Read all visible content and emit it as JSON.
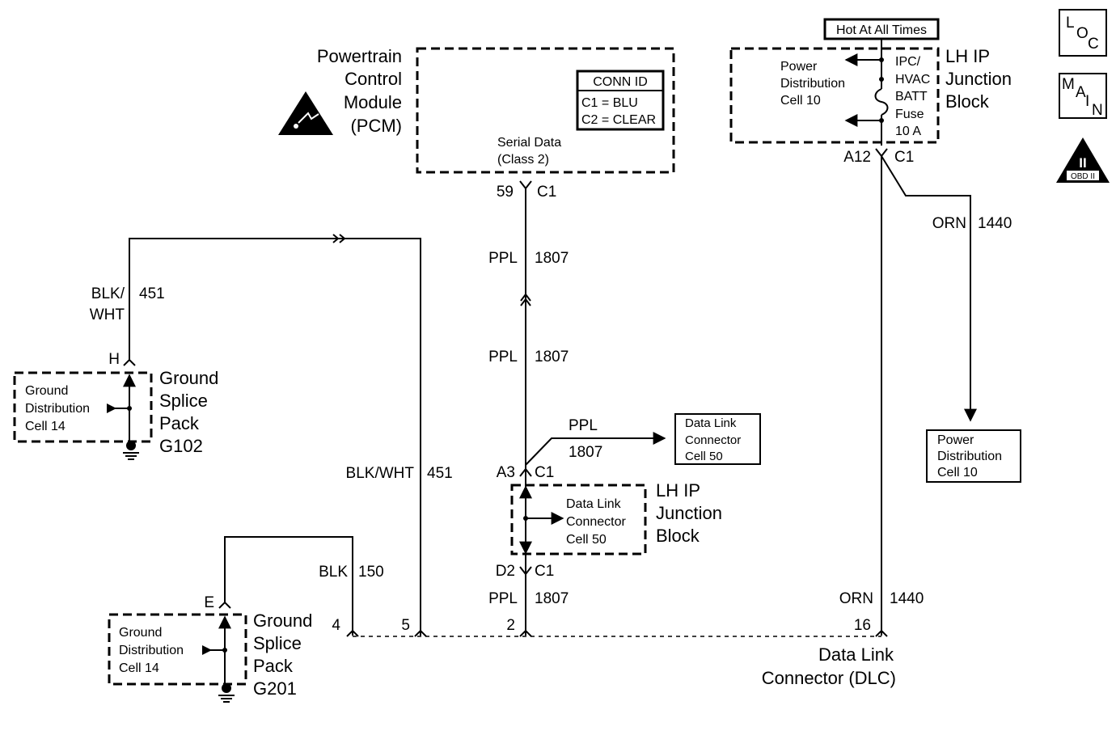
{
  "pcm": {
    "name_lines": [
      "Powertrain",
      "Control",
      "Module",
      "(PCM)"
    ],
    "conn_id": {
      "title": "CONN ID",
      "rows": [
        "C1 = BLU",
        "C2 = CLEAR"
      ]
    },
    "serial_lines": [
      "Serial Data",
      "(Class 2)"
    ],
    "pin": "59",
    "conn": "C1"
  },
  "hot_label": "Hot At All Times",
  "lh_ip_top": {
    "name_lines": [
      "LH IP",
      "Junction",
      "Block"
    ],
    "power_dist_lines": [
      "Power",
      "Distribution",
      "Cell 10"
    ],
    "fuse_lines": [
      "IPC/",
      "HVAC",
      "BATT",
      "Fuse",
      "10 A"
    ],
    "pin": "A12",
    "conn": "C1"
  },
  "nav": {
    "loc_letters": [
      "L",
      "O",
      "C"
    ],
    "main_letters": [
      "M",
      "A",
      "I",
      "N"
    ],
    "obd_numeral": "II",
    "obd_text": "OBD II"
  },
  "wires": {
    "ppl_color": "PPL",
    "ppl_circuit": "1807",
    "orn_color": "ORN",
    "orn_circuit": "1440",
    "blkwht_split": [
      "BLK/",
      "WHT"
    ],
    "blkwht_color": "BLK/WHT",
    "blkwht_circuit": "451",
    "blk_color": "BLK",
    "blk_circuit": "150"
  },
  "dlc_ref_box": [
    "Data Link",
    "Connector",
    "Cell 50"
  ],
  "pd_ref_box": [
    "Power",
    "Distribution",
    "Cell 10"
  ],
  "lh_ip_mid": {
    "name_lines": [
      "LH IP",
      "Junction",
      "Block"
    ],
    "inner_lines": [
      "Data Link",
      "Connector",
      "Cell 50"
    ],
    "pin_top": "A3",
    "pin_bottom": "D2",
    "conn": "C1"
  },
  "g102": {
    "name_lines": [
      "Ground",
      "Splice",
      "Pack",
      "G102"
    ],
    "inner_lines": [
      "Ground",
      "Distribution",
      "Cell 14"
    ],
    "pin": "H"
  },
  "g201": {
    "name_lines": [
      "Ground",
      "Splice",
      "Pack",
      "G201"
    ],
    "inner_lines": [
      "Ground",
      "Distribution",
      "Cell 14"
    ],
    "pin": "E"
  },
  "dlc": {
    "name_lines": [
      "Data Link",
      "Connector (DLC)"
    ],
    "pins": [
      "4",
      "5",
      "2",
      "16"
    ]
  }
}
